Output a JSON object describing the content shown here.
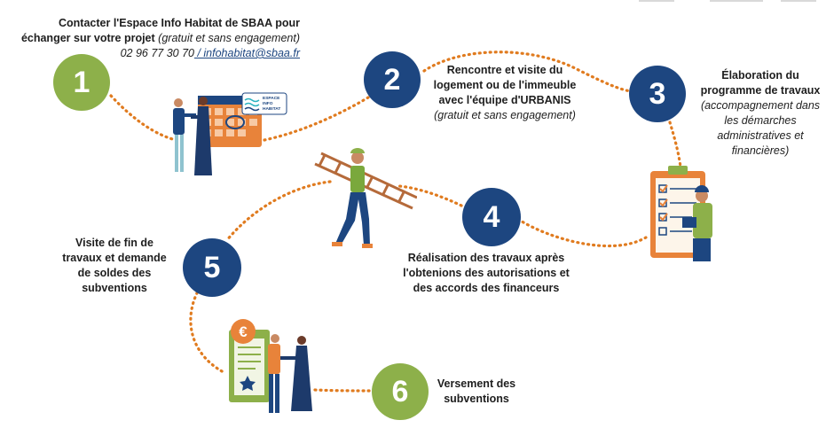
{
  "steps": [
    {
      "number": "1",
      "title": "Contacter l'Espace Info Habitat de SBAA pour échanger sur votre projet",
      "note": "(gratuit et sans engagement)",
      "phone": "02 96 77 30 70",
      "email": " / infohabitat@sbaa.fr"
    },
    {
      "number": "2",
      "title": "Rencontre et visite du logement ou de l'immeuble avec l'équipe d'URBANIS",
      "note": "(gratuit et sans engagement)"
    },
    {
      "number": "3",
      "title": "Élaboration du programme de travaux",
      "note": "(accompagnement dans les démarches administratives et financières)"
    },
    {
      "number": "4",
      "title": "Réalisation des travaux après l'obtenions des autorisations et des accords des financeurs"
    },
    {
      "number": "5",
      "title": "Visite de fin de travaux et demande de soldes des subventions"
    },
    {
      "number": "6",
      "title": "Versement des subventions"
    }
  ],
  "logo": {
    "line1": "ESPACE",
    "line2": "INFO",
    "line3": "HABITAT"
  },
  "currency_symbol": "€",
  "colors": {
    "green": "#8db04a",
    "blue": "#1d4680",
    "path": "#e07b1f",
    "orange": "#e8833a"
  }
}
